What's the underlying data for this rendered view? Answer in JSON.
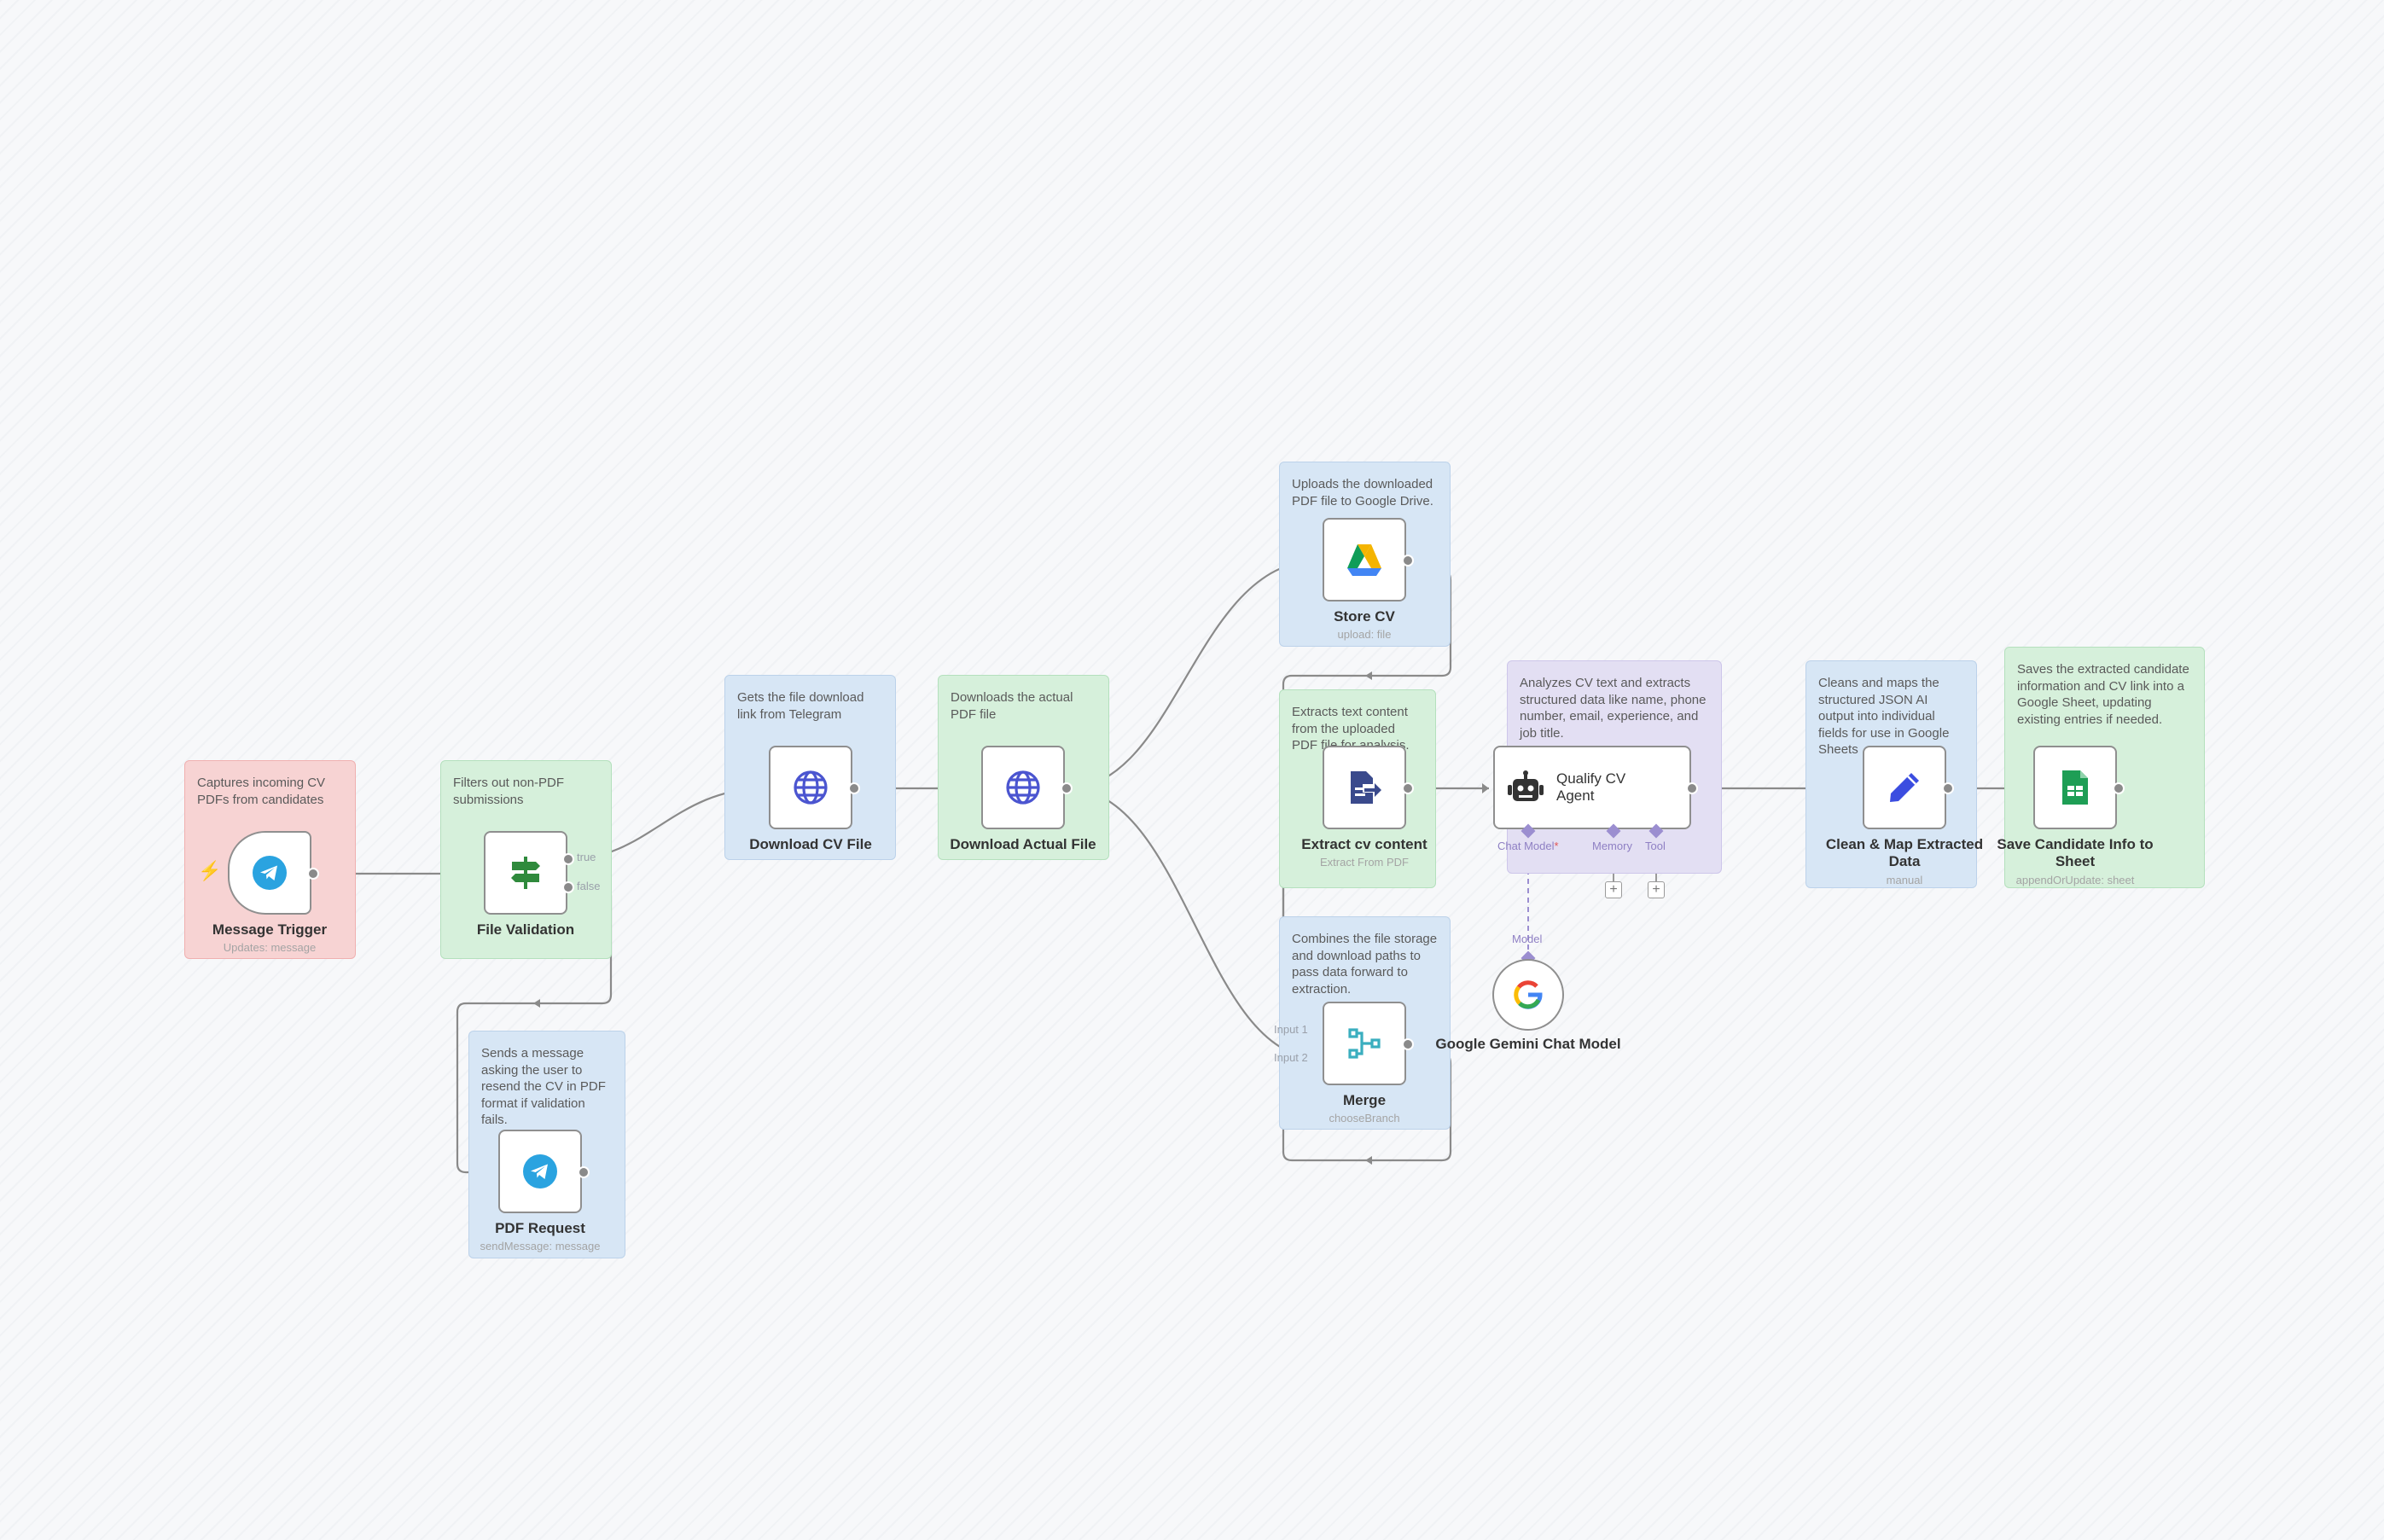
{
  "notes": {
    "capture": "Captures incoming CV PDFs from candidates",
    "filter": "Filters out non-PDF submissions",
    "get_link": "Gets the file download link from Telegram",
    "download": "Downloads the actual PDF file",
    "upload": "Uploads the downloaded PDF file to Google Drive.",
    "extract": "Extracts text content from the uploaded PDF file for analysis.",
    "analyze": "Analyzes CV text and extracts structured data like name, phone number, email, experience, and job title.",
    "clean": "Cleans and maps the structured JSON AI output into individual fields for use in Google Sheets",
    "save": "Saves the extracted candidate information and CV link into a Google Sheet, updating existing entries if needed.",
    "combine": "Combines the file storage and download paths to pass data forward to extraction.",
    "resend": "Sends a message asking the user to resend the CV in PDF format if validation fails."
  },
  "nodes": {
    "trigger": {
      "label": "Message Trigger",
      "sub": "Updates: message"
    },
    "validation": {
      "label": "File Validation",
      "out_true": "true",
      "out_false": "false"
    },
    "download_cv": {
      "label": "Download CV File"
    },
    "download_actual": {
      "label": "Download Actual File"
    },
    "store": {
      "label": "Store CV",
      "sub": "upload: file"
    },
    "extract": {
      "label": "Extract cv content",
      "sub": "Extract From PDF"
    },
    "agent": {
      "label": "Qualify CV Agent",
      "chat_model": "Chat Model",
      "chat_model_req": "*",
      "memory": "Memory",
      "tool": "Tool",
      "plus": "+"
    },
    "gemini": {
      "label": "Google Gemini Chat Model",
      "model_tag": "Model"
    },
    "merge": {
      "label": "Merge",
      "sub": "chooseBranch",
      "input1": "Input 1",
      "input2": "Input 2"
    },
    "clean": {
      "label": "Clean & Map Extracted Data",
      "sub": "manual"
    },
    "save": {
      "label": "Save Candidate Info to Sheet",
      "sub": "appendOrUpdate: sheet"
    },
    "pdf_request": {
      "label": "PDF Request",
      "sub": "sendMessage: message"
    }
  },
  "icons": {
    "telegram": "telegram-icon",
    "filter": "signpost-icon",
    "http": "globe-icon",
    "drive": "google-drive-icon",
    "extract": "file-export-icon",
    "agent": "robot-icon",
    "gemini": "google-g-icon",
    "merge": "merge-branches-icon",
    "edit": "pencil-icon",
    "sheets": "google-sheets-icon",
    "trigger": "lightning-icon"
  },
  "colors": {
    "telegram": "#2aa3e0",
    "filter": "#2f8a3c",
    "http": "#4b55d0",
    "edit": "#3b4de0",
    "sheets": "#1e9e55",
    "merge": "#3aaebf",
    "wire": "#8a8a8a",
    "sub_wire": "#9b8ed0"
  }
}
